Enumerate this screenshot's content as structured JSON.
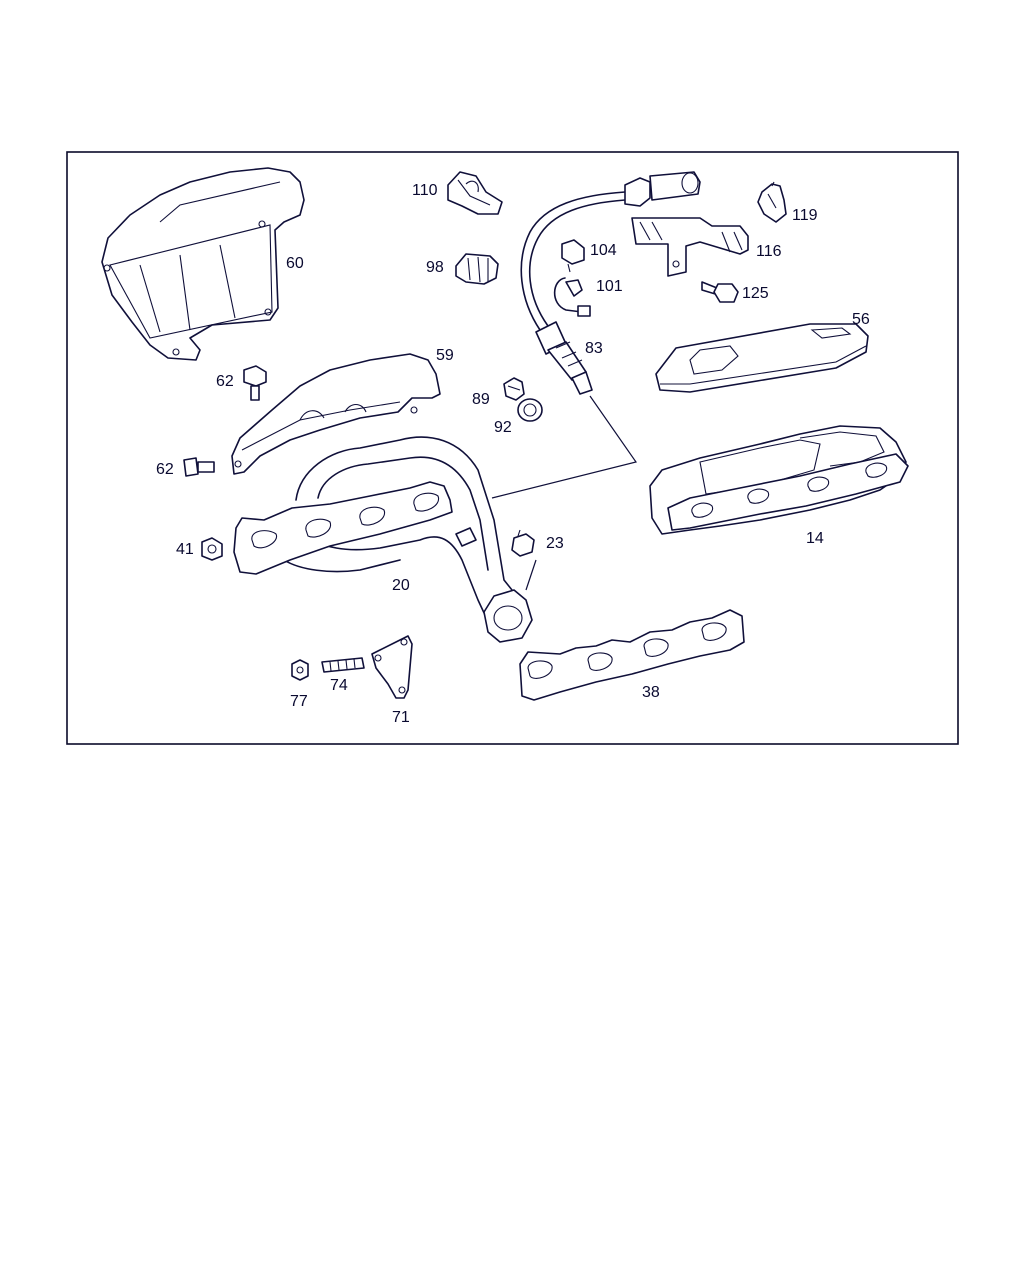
{
  "labels": {
    "p110": "110",
    "p98": "98",
    "p104": "104",
    "p101": "101",
    "p83": "83",
    "p119": "119",
    "p116": "116",
    "p125": "125",
    "p60": "60",
    "p56": "56",
    "p59": "59",
    "p62a": "62",
    "p62b": "62",
    "p89": "89",
    "p92": "92",
    "p14": "14",
    "p41": "41",
    "p23": "23",
    "p20": "20",
    "p77": "77",
    "p74": "74",
    "p71": "71",
    "p38": "38"
  }
}
